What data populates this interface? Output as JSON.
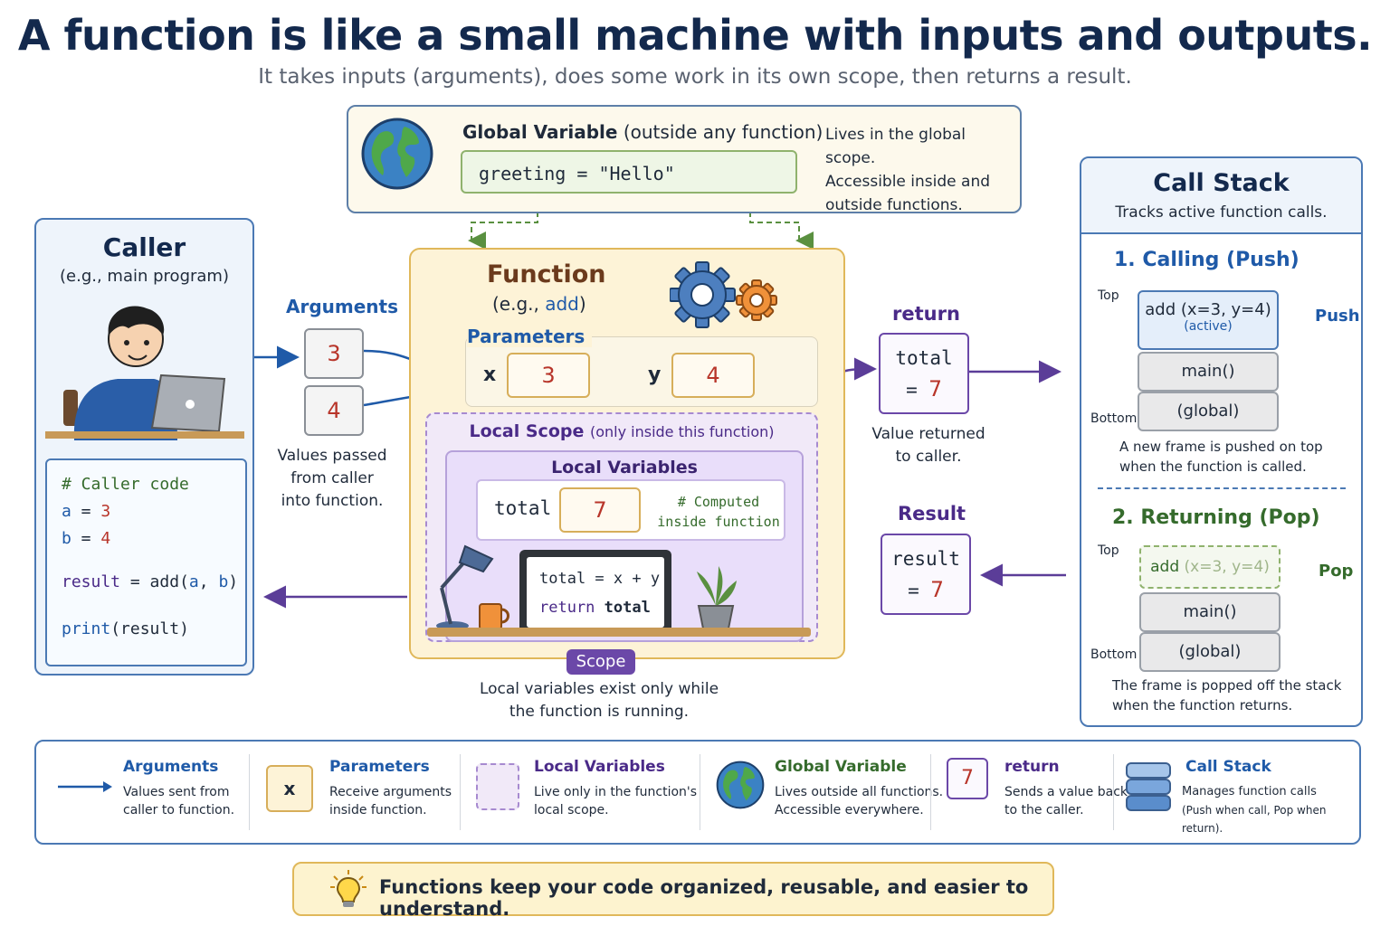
{
  "title": "A function is like a small machine with inputs and outputs.",
  "subtitle": "It takes inputs (arguments), does some work in its own scope, then returns a result.",
  "global": {
    "label_bold": "Global Variable",
    "label_rest": "(outside any function)",
    "code": "greeting = \"Hello\"",
    "desc": [
      "Lives in the global scope.",
      "Accessible inside and",
      "outside functions."
    ]
  },
  "caller": {
    "title": "Caller",
    "subtitle": "(e.g., main program)",
    "code": {
      "comment": "# Caller code",
      "line_a_var": "a",
      "line_a_val": "3",
      "line_b_var": "b",
      "line_b_val": "4",
      "line_result_var": "result",
      "line_result_func": "add",
      "line_result_arg1": "a",
      "line_result_arg2": "b",
      "line_print_func": "print",
      "line_print_arg": "result"
    }
  },
  "arguments": {
    "title": "Arguments",
    "values": [
      "3",
      "4"
    ],
    "desc": [
      "Values passed",
      "from caller",
      "into function."
    ]
  },
  "function": {
    "title": "Function",
    "sub_prefix": "(e.g., ",
    "sub_name": "add",
    "sub_suffix": ")",
    "params_title": "Parameters",
    "params": [
      {
        "name": "x",
        "value": "3"
      },
      {
        "name": "y",
        "value": "4"
      }
    ],
    "local_scope_title": "Local Scope",
    "local_scope_note": "(only inside this function)",
    "local_vars_title": "Local Variables",
    "local_var_name": "total",
    "local_var_value": "7",
    "local_comment": [
      "# Computed",
      "inside function"
    ],
    "screen_line1": "total = x + y",
    "screen_line2_kw": "return",
    "screen_line2_val": "total",
    "scope_badge": "Scope",
    "scope_desc": [
      "Local variables exist only while",
      "the function is running."
    ]
  },
  "return": {
    "title": "return",
    "line1": "total",
    "line2_eq": "=",
    "line2_val": "7",
    "desc": [
      "Value returned",
      "to caller."
    ]
  },
  "result": {
    "title": "Result",
    "line1": "result",
    "line2_eq": "=",
    "line2_val": "7"
  },
  "call_stack": {
    "title": "Call Stack",
    "subtitle": "Tracks active function calls.",
    "push": {
      "title": "1. Calling (Push)",
      "top_label": "Top",
      "bottom_label": "Bottom",
      "active_frame": "add (x=3, y=4)",
      "active_note": "(active)",
      "push_label": "Push",
      "frames": [
        "main()",
        "(global)"
      ],
      "note": [
        "A new frame is pushed on top",
        "when the function is called."
      ]
    },
    "pop": {
      "title": "2. Returning (Pop)",
      "top_label": "Top",
      "bottom_label": "Bottom",
      "popped_name": "add",
      "popped_args": "(x=3, y=4)",
      "pop_label": "Pop",
      "frames": [
        "main()",
        "(global)"
      ],
      "note": [
        "The frame is popped off the stack",
        "when the function returns."
      ]
    }
  },
  "legend": [
    {
      "title": "Arguments",
      "desc": [
        "Values sent from",
        "caller to function."
      ]
    },
    {
      "title": "Parameters",
      "symbol": "x",
      "desc": [
        "Receive arguments",
        "inside function."
      ]
    },
    {
      "title": "Local Variables",
      "desc": [
        "Live only in the function's",
        "local scope."
      ]
    },
    {
      "title": "Global Variable",
      "desc": [
        "Lives outside all functions.",
        "Accessible everywhere."
      ]
    },
    {
      "title": "return",
      "symbol": "7",
      "desc": [
        "Sends a value back",
        "to the caller."
      ]
    },
    {
      "title": "Call Stack",
      "desc": [
        "Manages function calls",
        "(Push when call, Pop when return)."
      ]
    }
  ],
  "tip": "Functions keep your code organized, reusable, and easier to understand.",
  "colors": {
    "navy": "#13294d",
    "blue": "#1f5aa8",
    "purple": "#4a2a88",
    "red": "#b8352a",
    "green": "#356b2c",
    "gold": "#e0b85a"
  },
  "icons": [
    "globe-icon",
    "gear-icon",
    "lightbulb-icon",
    "database-icon",
    "laptop-icon",
    "desk-lamp-icon",
    "plant-icon",
    "mug-icon"
  ]
}
